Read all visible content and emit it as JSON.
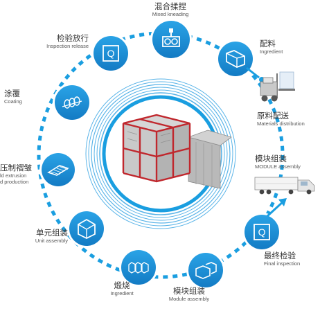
{
  "colors": {
    "ring": "#1a9ee0",
    "node": "#1e8fd6",
    "node_dark": "#0f6fb0",
    "inner_ring": "#5ab4e8",
    "box_red": "#c0272d",
    "box_grey": "#a8a8a8"
  },
  "nodes": [
    {
      "id": "mixed-kneading",
      "icon": "mixer-icon",
      "cn": "混合揉捏",
      "en": "Mixed kneading"
    },
    {
      "id": "ingredient-top",
      "icon": "ingredient-bin-icon",
      "cn": "配料",
      "en": "Ingredient"
    },
    {
      "id": "final-inspection",
      "icon": "inspection-q-icon",
      "cn": "最终检验",
      "en": "Final inspection"
    },
    {
      "id": "module-assembly",
      "icon": "module-blocks-icon",
      "cn": "模块组装",
      "en": "Module assembly"
    },
    {
      "id": "calcination",
      "icon": "blocks-row-icon",
      "cn": "煅烧",
      "en": "Ingredient"
    },
    {
      "id": "unit-assembly",
      "icon": "cube-icon",
      "cn": "单元组装",
      "en": "Unit assembly"
    },
    {
      "id": "pressing-pleating",
      "icon": "pleated-sheet-icon",
      "cn": "压制褶皱",
      "en": "ld extrusion",
      "en2": "d production"
    },
    {
      "id": "coating",
      "icon": "rolls-icon",
      "cn": "涂覆",
      "en": "Coating"
    },
    {
      "id": "inspection-release",
      "icon": "inspection-q-icon",
      "cn": "检验放行",
      "en": "Inspection release"
    }
  ],
  "materials_distribution": {
    "icon": "forklift-icon",
    "cn": "原料配送",
    "en": "Materials distribution"
  },
  "module_assembly_truck": {
    "icon": "truck-icon",
    "cn": "模块组装",
    "en": "MODULE assembly"
  }
}
